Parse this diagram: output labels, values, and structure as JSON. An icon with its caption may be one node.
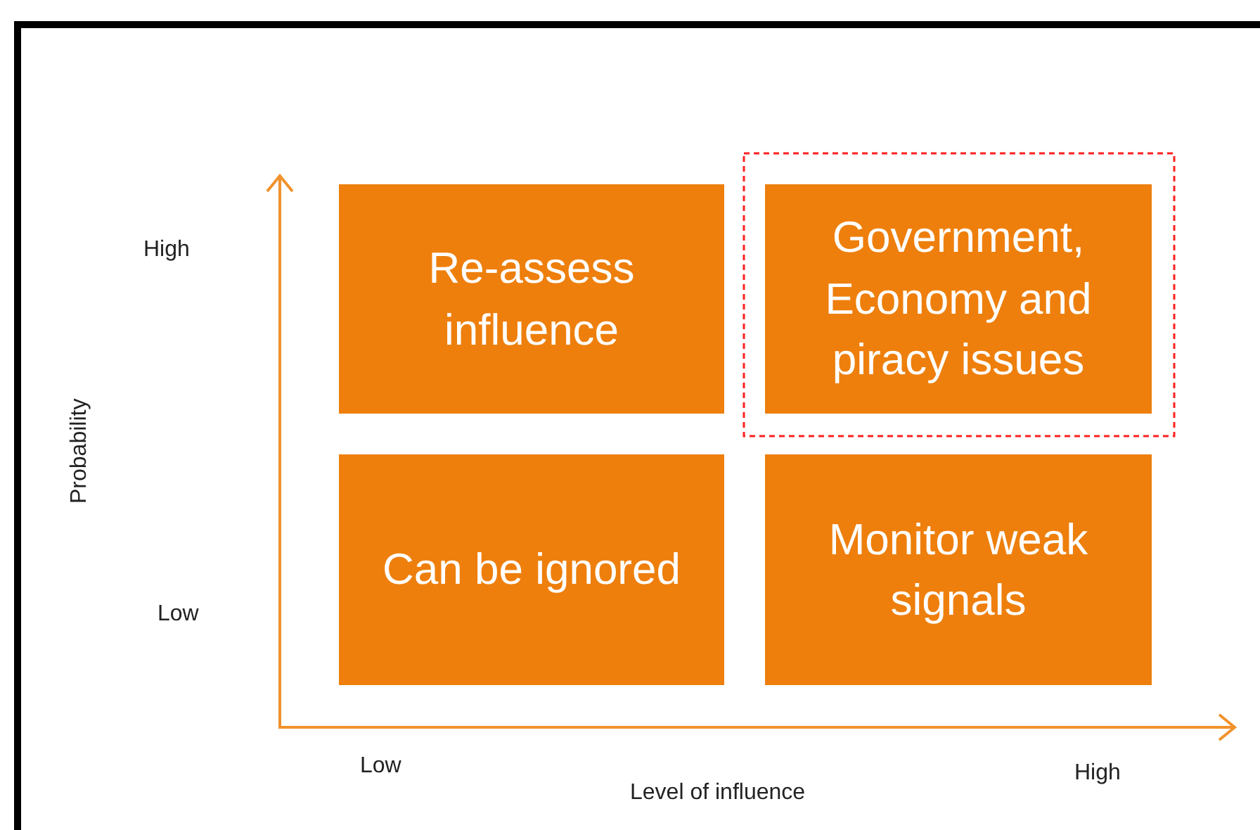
{
  "diagram": {
    "nodes": [
      {
        "text": [
          "Re-assess influence"
        ]
      },
      {
        "text": [
          "Government, Economy and piracy issues"
        ]
      },
      {
        "text": [
          "Can be ignored"
        ]
      },
      {
        "text": [
          "Monitor weak signals"
        ]
      }
    ],
    "labels": [
      "High",
      "Probability",
      "Low",
      "Low",
      "Level of influence",
      "High"
    ]
  }
}
